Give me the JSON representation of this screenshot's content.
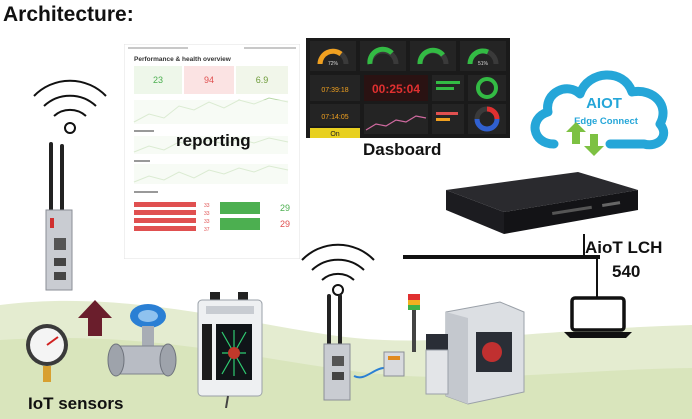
{
  "title": "Architecture:",
  "labels": {
    "reporting": "reporting",
    "dashboard": "Dasboard",
    "aiot_line1": "AioT LCH",
    "aiot_line2": "540",
    "iot_sensors": "IoT sensors"
  },
  "cloud": {
    "line1": "AIOT",
    "line2": "Edge Connect"
  },
  "report_panel": {
    "heading": "Performance & health overview",
    "stats": [
      "23",
      "94",
      "6.9"
    ],
    "bar_values": [
      "33",
      "33",
      "33",
      "37"
    ],
    "side_values": [
      "29",
      "29"
    ],
    "side_colors": [
      "#4caf50",
      "#e05050"
    ]
  },
  "dashboard_panel": {
    "gauges": [
      "72%",
      "",
      "",
      "51%"
    ],
    "clock_small": "07:39:18",
    "clock_big": "00:25:04",
    "clock_small_2": "07:14:05",
    "button": "On"
  },
  "colors": {
    "cloud": "#25a6d8",
    "arrow_green": "#7dc142",
    "arrow_up": "#6a1e2c",
    "ground": "#dfe9c6"
  }
}
